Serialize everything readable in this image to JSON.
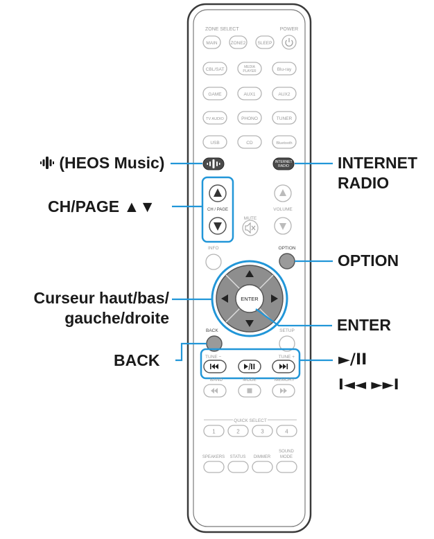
{
  "callouts": {
    "heos": "(HEOS Music)",
    "ch_page": "CH/PAGE ▲▼",
    "cursor_line1": "Curseur haut/bas/",
    "cursor_line2": "gauche/droite",
    "back": "BACK",
    "internet_line1": "INTERNET",
    "internet_line2": "RADIO",
    "option": "OPTION",
    "enter": "ENTER",
    "play_pause": "►/II",
    "skip": "I◄◄ ►►I"
  },
  "remote": {
    "zone_select": "ZONE SELECT",
    "power": "POWER",
    "main": "MAIN",
    "zone2": "ZONE2",
    "sleep": "SLEEP",
    "cbl_sat": "CBL/SAT",
    "media": "MEDIA",
    "player": "PLAYER",
    "bluray": "Blu-ray",
    "game": "GAME",
    "aux1": "AUX1",
    "aux2": "AUX2",
    "tv_audio": "TV AUDIO",
    "phono": "PHONO",
    "tuner": "TUNER",
    "usb": "USB",
    "cd": "CD",
    "bluetooth": "Bluetooth",
    "internet": "INTERNET",
    "radio": "RADIO",
    "ch_page": "CH / PAGE",
    "mute": "MUTE",
    "volume": "VOLUME",
    "info": "INFO",
    "option": "OPTION",
    "enter": "ENTER",
    "back": "BACK",
    "setup": "SETUP",
    "tune_minus": "TUNE −",
    "tune_plus": "TUNE +",
    "band": "BAND",
    "mode": "MODE",
    "memory": "MEMORY",
    "quick_select": "QUICK SELECT",
    "q1": "1",
    "q2": "2",
    "q3": "3",
    "q4": "4",
    "speakers": "SPEAKERS",
    "status": "STATUS",
    "dimmer": "DIMMER",
    "sound": "SOUND",
    "sound_mode": "MODE"
  },
  "colors": {
    "highlight": "#2196d8",
    "outline": "#b4b4b4",
    "body_outline": "#3a3a3a",
    "dark_button": "#555555",
    "label_text": "#1a1a1a"
  }
}
